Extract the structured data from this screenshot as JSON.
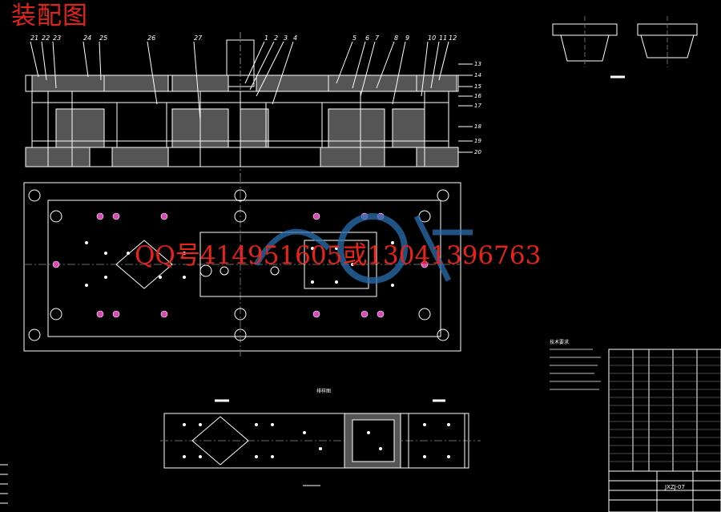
{
  "drawing": {
    "title": "装配图",
    "watermark_text": "QQ号414951605或13041396763",
    "part_numbers_top": [
      "21",
      "22",
      "23",
      "24",
      "25",
      "26",
      "27",
      "1",
      "2",
      "3",
      "4",
      "5",
      "6",
      "7",
      "8",
      "9",
      "10",
      "11",
      "12"
    ],
    "part_numbers_right": [
      "13",
      "14",
      "15",
      "16",
      "17",
      "18",
      "19",
      "20"
    ],
    "strip_caption": "排样图",
    "tech_req_title": "技术要求",
    "sheet_code": "JXZJ-07",
    "colors": {
      "background": "#000000",
      "lines": "#ffffff",
      "title": "#e0241c",
      "watermark": "#e8231a",
      "logo": "#2a6fb0",
      "holes_accent": "#d94ab8",
      "centerline": "#6a6a6a"
    }
  }
}
